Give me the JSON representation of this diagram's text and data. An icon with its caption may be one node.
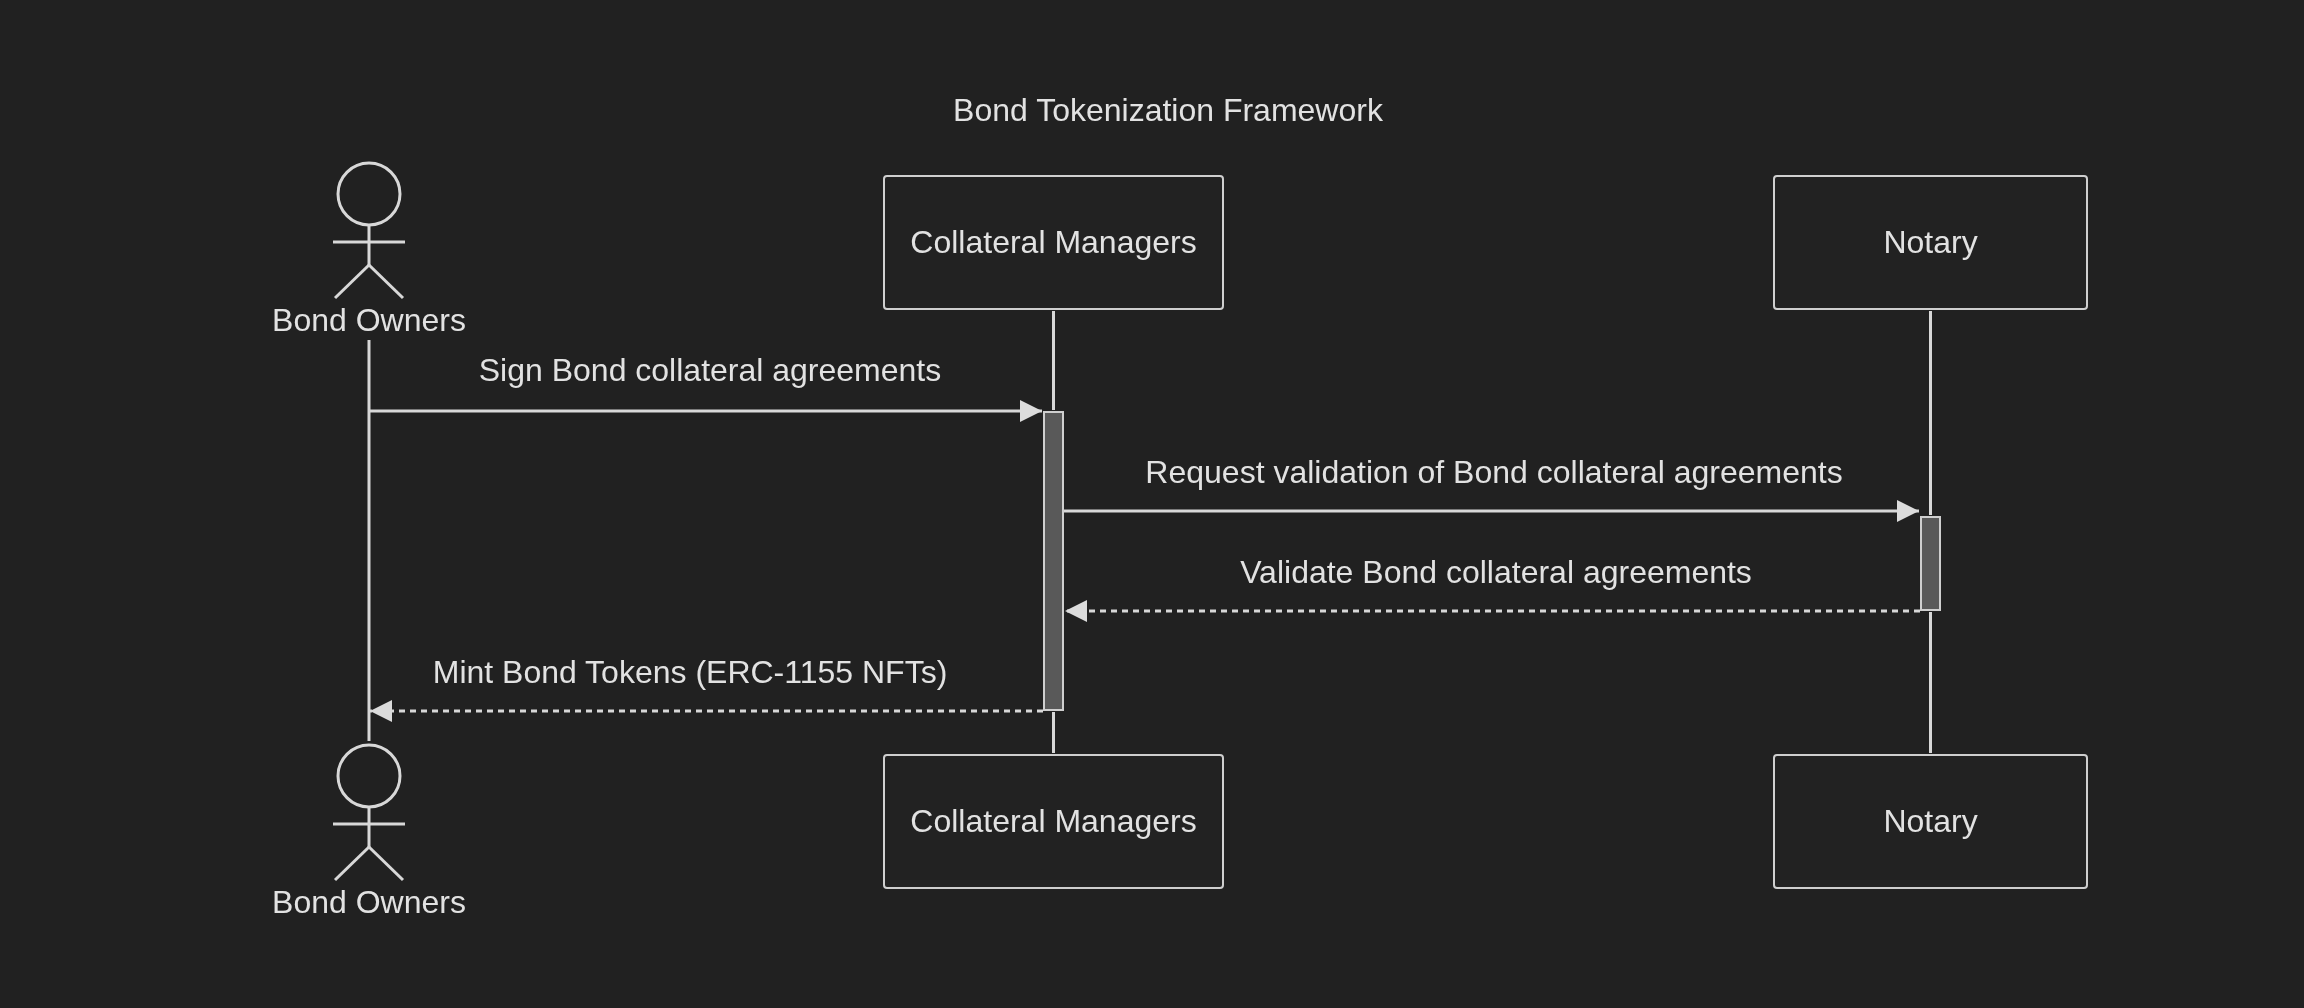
{
  "diagram": {
    "title": "Bond Tokenization Framework",
    "nodes": [
      {
        "text": [
          "Bond Owners"
        ]
      },
      {
        "text": [
          "Collateral Managers"
        ]
      },
      {
        "text": [
          "Notary"
        ]
      },
      {
        "text": [],
        "shape": "bar"
      },
      {
        "text": [],
        "shape": "bar"
      },
      {
        "text": [
          "Bond Owners"
        ]
      },
      {
        "text": [
          "Collateral Managers"
        ]
      },
      {
        "text": [
          "Notary"
        ]
      }
    ],
    "edges": [
      {
        "from": 0,
        "to": 5,
        "arrow": "none"
      },
      {
        "from": 1,
        "to": 3,
        "arrow": "none"
      },
      {
        "from": 3,
        "to": 6,
        "arrow": "none"
      },
      {
        "from": 2,
        "to": 4,
        "arrow": "none"
      },
      {
        "from": 4,
        "to": 7,
        "arrow": "none"
      },
      {
        "from": 0,
        "to": 3,
        "arrow": "to",
        "label": "Sign Bond collateral agreements"
      },
      {
        "from": 3,
        "to": 4,
        "arrow": "to",
        "label": "Request validation of Bond collateral agreements"
      },
      {
        "from": 4,
        "to": 3,
        "arrow": "to",
        "label": "Validate Bond collateral agreements",
        "style": "dashed"
      },
      {
        "from": 3,
        "to": 5,
        "arrow": "to",
        "label": "Mint Bond Tokens (ERC-1155 NFTs)",
        "style": "dashed"
      }
    ]
  }
}
